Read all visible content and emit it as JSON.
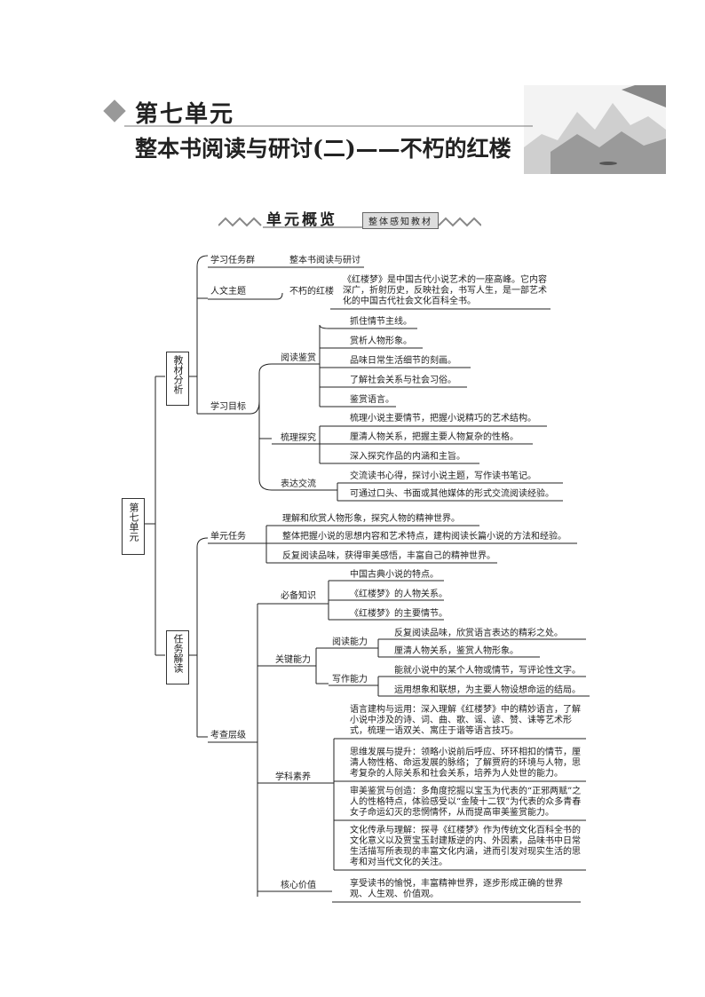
{
  "header": {
    "unit": "第七单元",
    "title": "整本书阅读与研讨(二)——不朽的红楼"
  },
  "banner": {
    "main": "单元概览",
    "sub": "整体感知教材"
  },
  "root": "第七单元",
  "branch1": {
    "label": "教材分析",
    "task_group": {
      "label": "学习任务群",
      "value": "整本书阅读与研讨"
    },
    "theme": {
      "label": "人文主题",
      "sub": "不朽的红楼",
      "desc": "《红楼梦》是中国古代小说艺术的一座高峰。它内容深广，折射历史，反映社会，书写人生，是一部艺术化的中国古代社会文化百科全书。"
    },
    "goals": {
      "label": "学习目标",
      "reading": {
        "label": "阅读鉴赏",
        "items": [
          "抓住情节主线。",
          "赏析人物形象。",
          "品味日常生活细节的刻画。",
          "了解社会关系与社会习俗。",
          "鉴赏语言。"
        ]
      },
      "explore": {
        "label": "梳理探究",
        "items": [
          "梳理小说主要情节，把握小说精巧的艺术结构。",
          "厘清人物关系，把握主要人物复杂的性格。",
          "深入探究作品的内涵和主旨。"
        ]
      },
      "express": {
        "label": "表达交流",
        "items": [
          "交流读书心得，探讨小说主题，写作读书笔记。",
          "可通过口头、书面或其他媒体的形式交流阅读经验。"
        ]
      }
    }
  },
  "branch2": {
    "label": "任务解读",
    "tasks": {
      "label": "单元任务",
      "items": [
        "理解和欣赏人物形象，探究人物的精神世界。",
        "整体把握小说的思想内容和艺术特点，建构阅读长篇小说的方法和经验。",
        "反复阅读品味，获得审美感悟，丰富自己的精神世界。"
      ]
    },
    "levels": {
      "label": "考查层级",
      "knowledge": {
        "label": "必备知识",
        "items": [
          "中国古典小说的特点。",
          "《红楼梦》的人物关系。",
          "《红楼梦》的主要情节。"
        ]
      },
      "ability": {
        "label": "关键能力",
        "reading": {
          "label": "阅读能力",
          "items": [
            "反复阅读品味，欣赏语言表达的精彩之处。",
            "厘清人物关系，鉴赏人物形象。"
          ]
        },
        "writing": {
          "label": "写作能力",
          "items": [
            "能就小说中的某个人物或情节，写评论性文字。",
            "运用想象和联想，为主要人物设想命运的结局。"
          ]
        }
      },
      "literacy": {
        "label": "学科素养",
        "items": [
          "语言建构与运用：深入理解《红楼梦》中的精妙语言，了解小说中涉及的诗、词、曲、歌、谣、谚、赞、诔等艺术形式，梳理一语双关、寓庄于谐等语言技巧。",
          "思维发展与提升：领略小说前后呼应、环环相扣的情节，厘清人物性格、命运发展的脉络；了解贾府的环境与人物，思考复杂的人际关系和社会关系，培养为人处世的能力。",
          "审美鉴赏与创造：多角度挖掘以宝玉为代表的“正邪两赋”之人的性格特点，体验感受以“金陵十二钗”为代表的众多青春女子命运幻灭的悲惘情怀，从而提高审美鉴赏能力。",
          "文化传承与理解：探寻《红楼梦》作为传统文化百科全书的文化意义以及贾宝玉封建叛逆的内、外因素，品味书中日常生活描写所表现的丰富文化内涵，进而引发对现实生活的思考和对当代文化的关注。"
        ]
      },
      "core": {
        "label": "核心价值",
        "desc": "享受读书的愉悦，丰富精神世界，逐步形成正确的世界观、人生观、价值观。"
      }
    }
  }
}
